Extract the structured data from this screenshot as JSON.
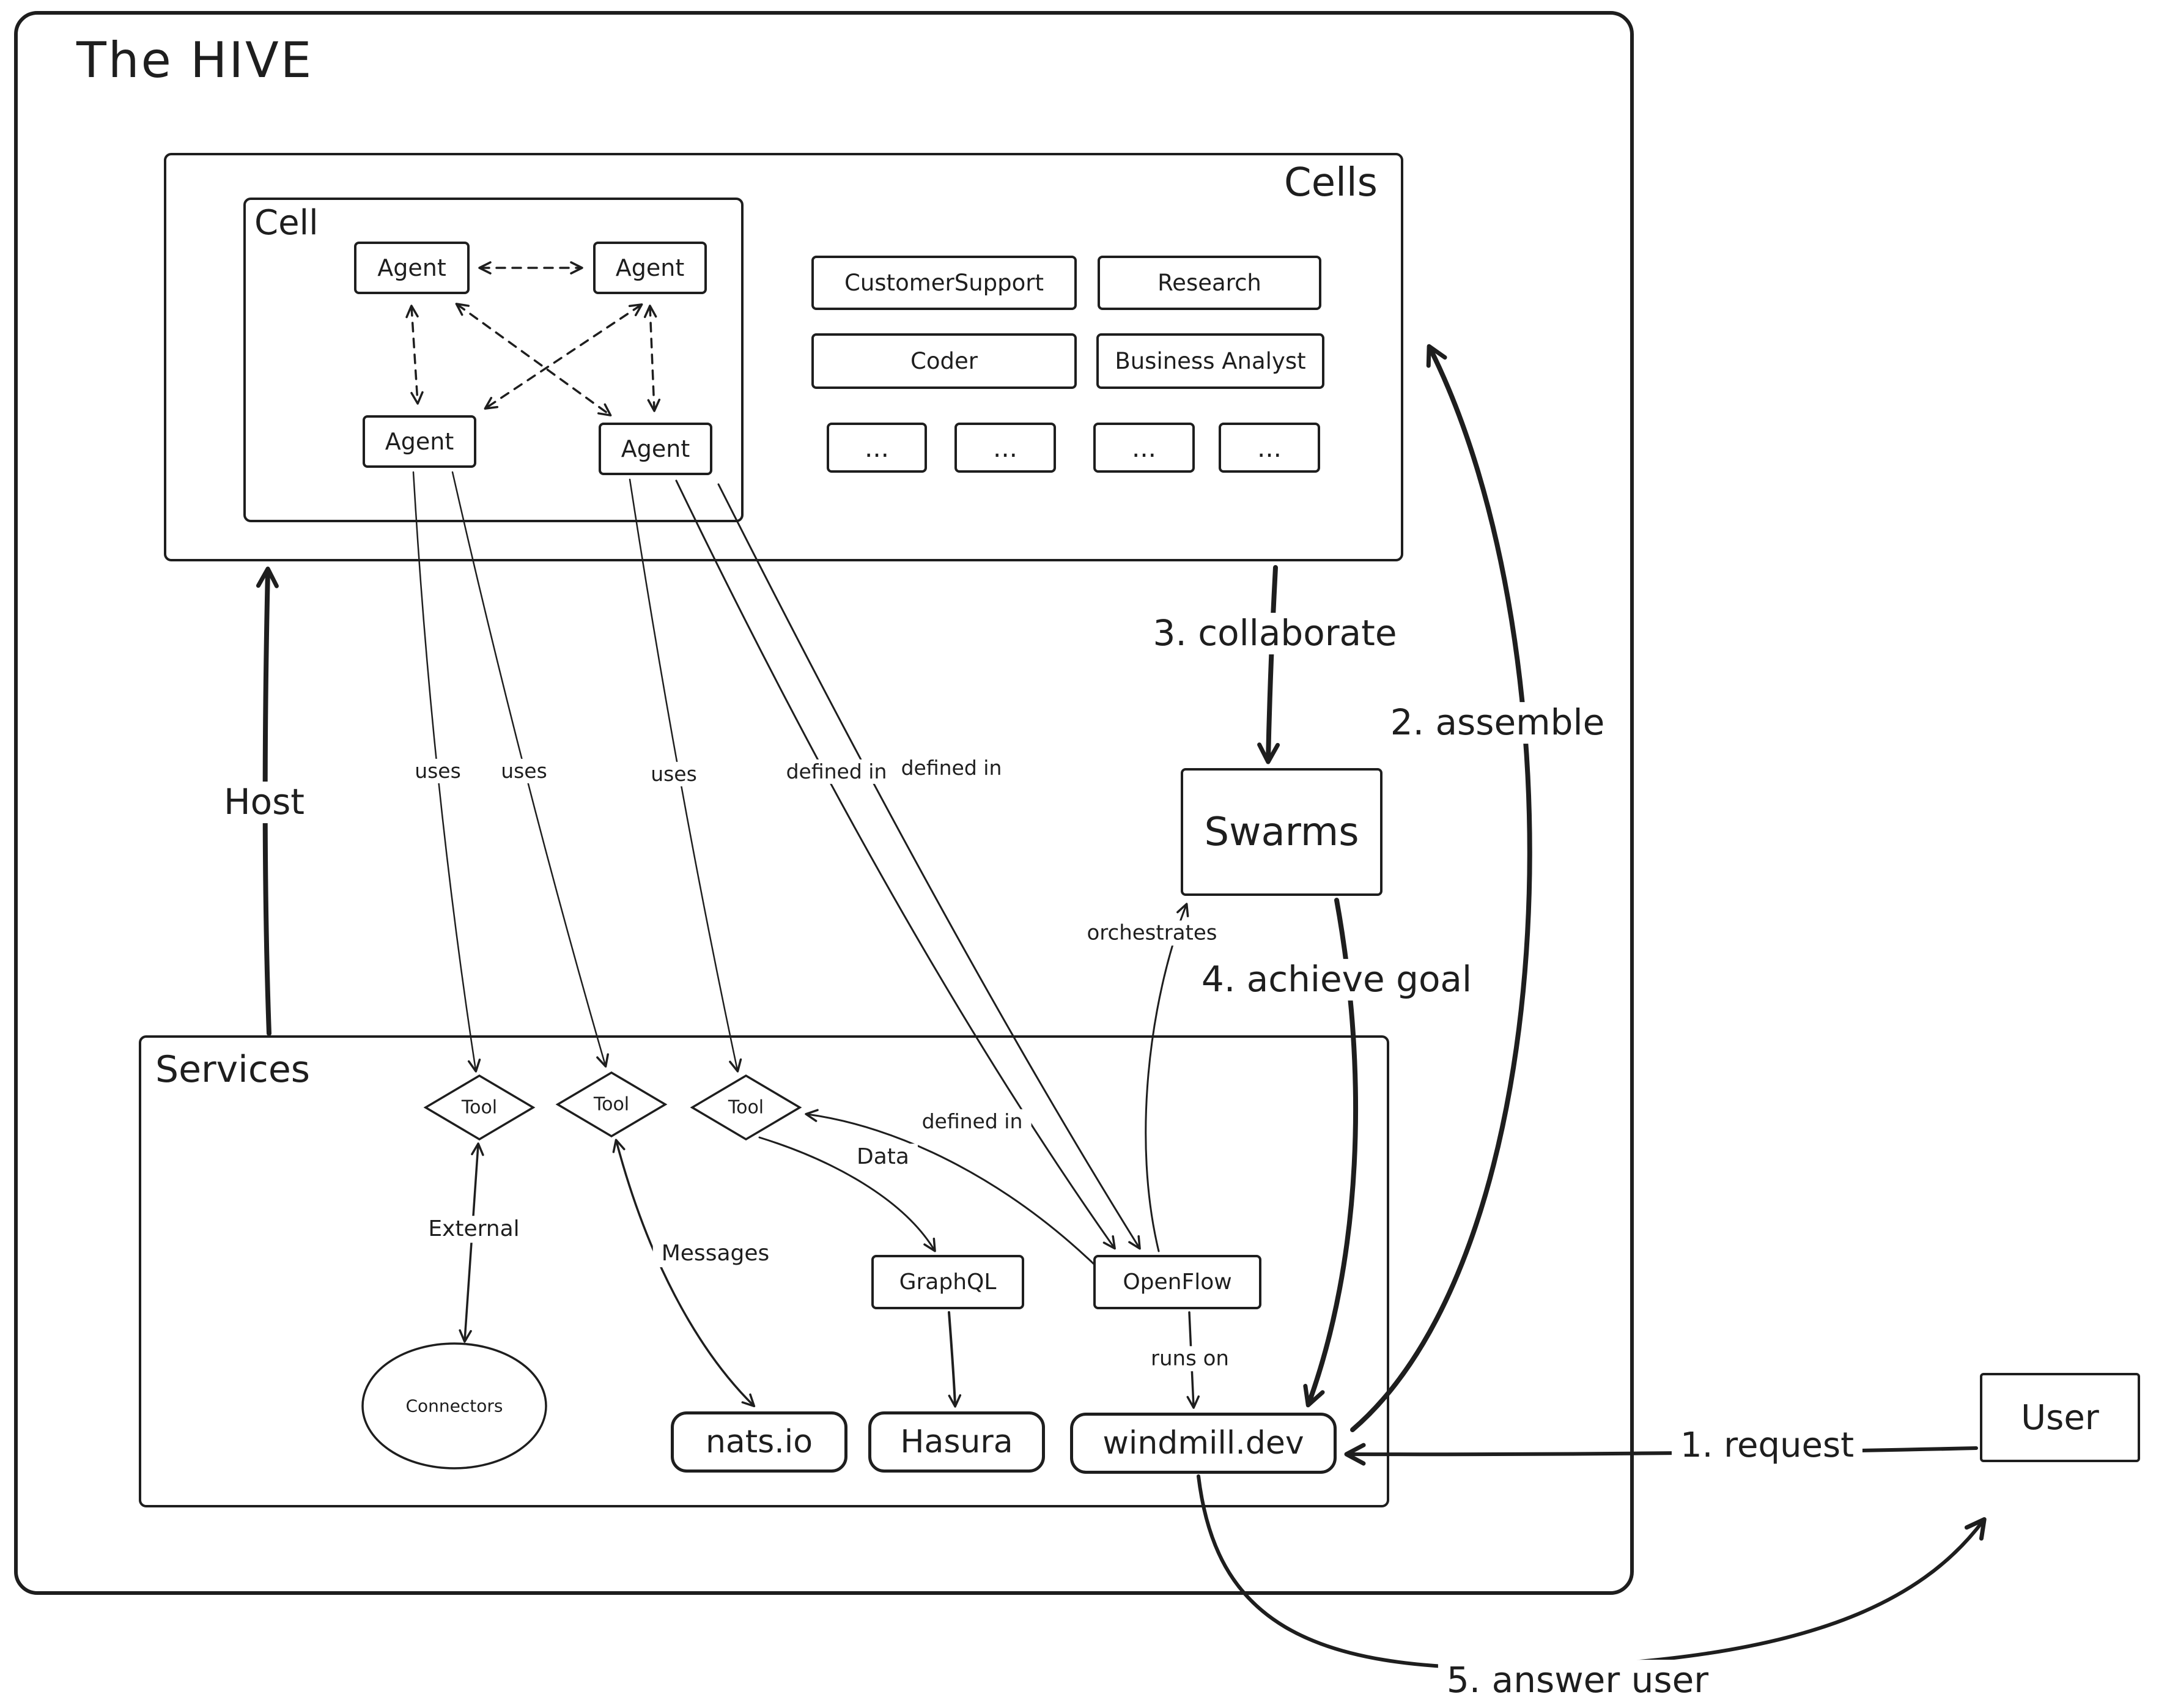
{
  "title": "The HIVE",
  "cells": {
    "label": "Cells",
    "cell": {
      "label": "Cell",
      "agents": [
        "Agent",
        "Agent",
        "Agent",
        "Agent"
      ]
    },
    "types": [
      "CustomerSupport",
      "Research",
      "Coder",
      "Business Analyst"
    ],
    "more": [
      "...",
      "...",
      "...",
      "..."
    ]
  },
  "swarms": "Swarms",
  "services": {
    "label": "Services",
    "tools": [
      "Tool",
      "Tool",
      "Tool"
    ],
    "connectors": "Connectors",
    "graphql": "GraphQL",
    "openflow": "OpenFlow",
    "nats": "nats.io",
    "hasura": "Hasura",
    "windmill": "windmill.dev"
  },
  "user": "User",
  "labels": {
    "host": "Host",
    "uses1": "uses",
    "uses2": "uses",
    "uses3": "uses",
    "defined_in1": "defined in",
    "defined_in2": "defined in",
    "defined_in3": "defined in",
    "collaborate": "3. collaborate",
    "assemble": "2. assemble",
    "achieve_goal": "4. achieve goal",
    "orchestrates": "orchestrates",
    "external": "External",
    "messages": "Messages",
    "data": "Data",
    "runs_on": "runs on",
    "request": "1. request",
    "answer_user": "5. answer user"
  },
  "colors": {
    "stroke": "#1e1e1e",
    "background": "#ffffff"
  }
}
